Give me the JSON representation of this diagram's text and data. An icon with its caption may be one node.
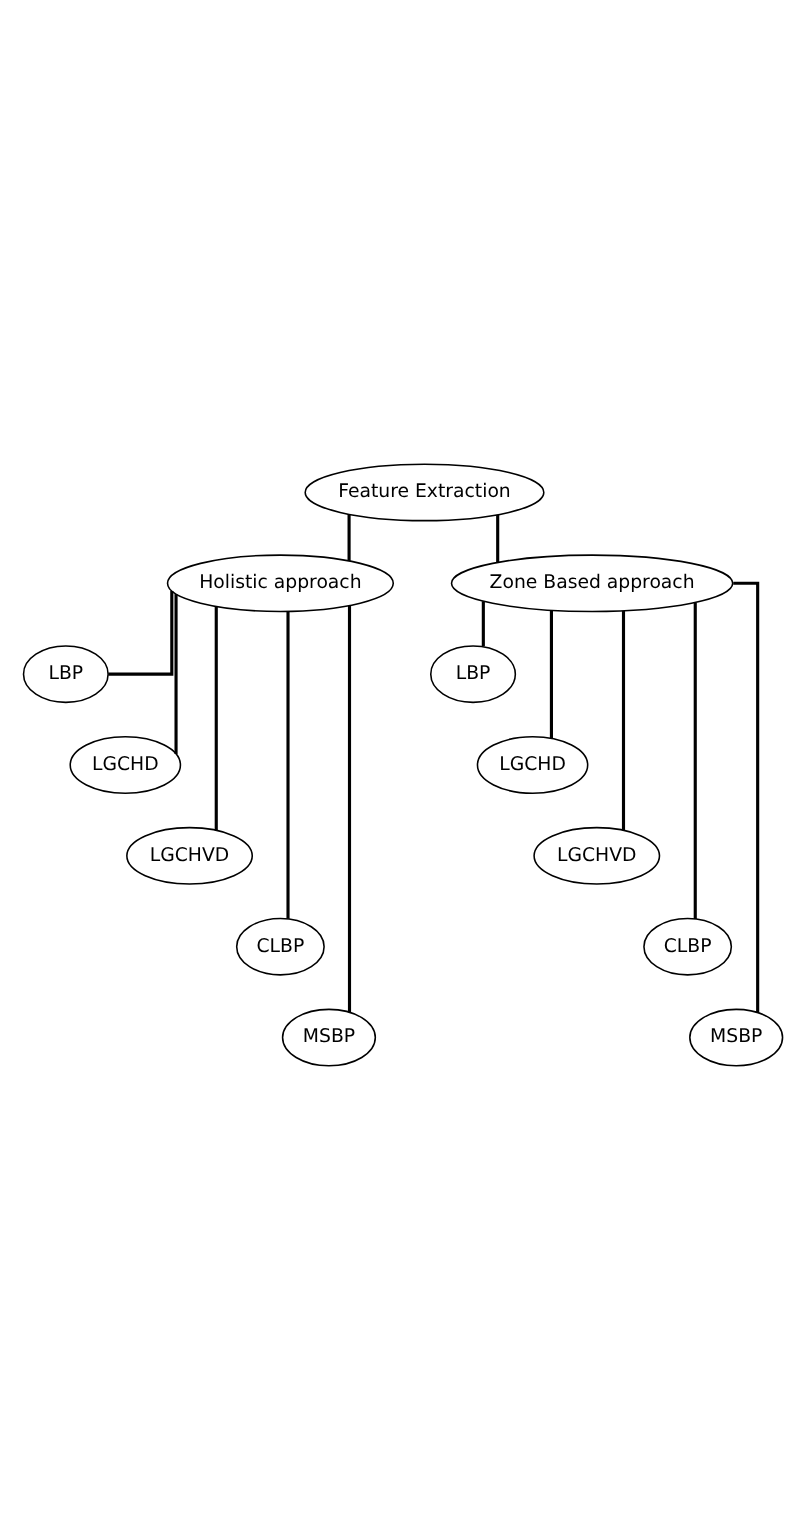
{
  "diagram": {
    "nodes": [
      {
        "text": [
          "Feature Extraction"
        ]
      },
      {
        "text": [
          "Holistic approach"
        ]
      },
      {
        "text": [
          "Zone Based approach"
        ]
      },
      {
        "text": [
          "LBP"
        ]
      },
      {
        "text": [
          "LGCHD"
        ]
      },
      {
        "text": [
          "LGCHVD"
        ]
      },
      {
        "text": [
          "CLBP"
        ]
      },
      {
        "text": [
          "MSBP"
        ]
      },
      {
        "text": [
          "LBP"
        ]
      },
      {
        "text": [
          "LGCHD"
        ]
      },
      {
        "text": [
          "LGCHVD"
        ]
      },
      {
        "text": [
          "CLBP"
        ]
      },
      {
        "text": [
          "MSBP"
        ]
      }
    ],
    "edges": [
      {
        "from": 0,
        "to": 1,
        "arrow": "none"
      },
      {
        "from": 0,
        "to": 2,
        "arrow": "none"
      },
      {
        "from": 1,
        "to": 3,
        "arrow": "none"
      },
      {
        "from": 1,
        "to": 4,
        "arrow": "none"
      },
      {
        "from": 1,
        "to": 5,
        "arrow": "none"
      },
      {
        "from": 1,
        "to": 6,
        "arrow": "none"
      },
      {
        "from": 1,
        "to": 7,
        "arrow": "none"
      },
      {
        "from": 2,
        "to": 8,
        "arrow": "none"
      },
      {
        "from": 2,
        "to": 9,
        "arrow": "none"
      },
      {
        "from": 2,
        "to": 10,
        "arrow": "none"
      },
      {
        "from": 2,
        "to": 11,
        "arrow": "none"
      },
      {
        "from": 2,
        "to": 12,
        "arrow": "none"
      }
    ]
  }
}
